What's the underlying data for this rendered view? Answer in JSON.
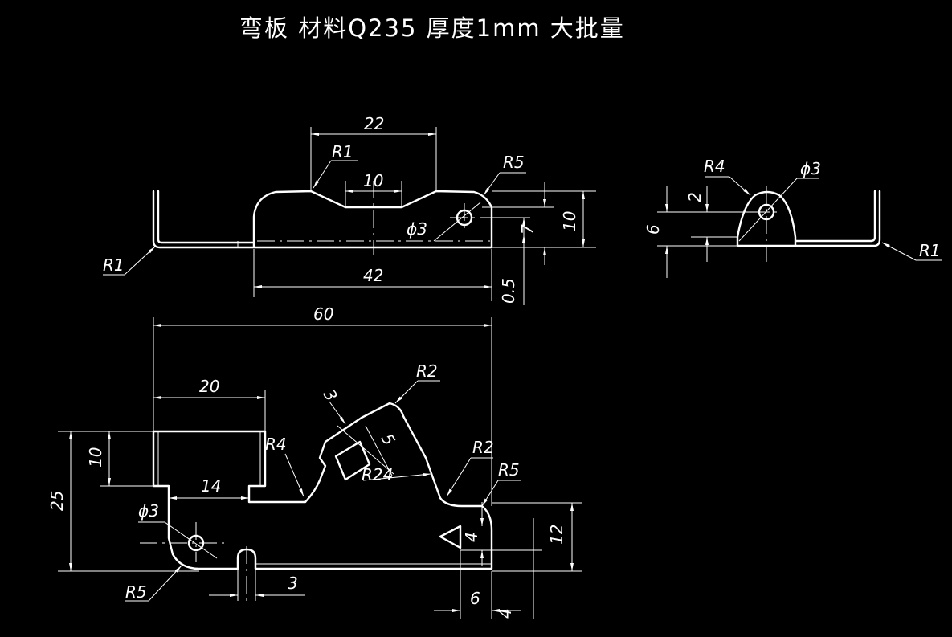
{
  "title": "弯板  材料Q235    厚度1mm  大批量",
  "front_view": {
    "dims": {
      "d22": "22",
      "d10": "10",
      "d42": "42",
      "r1_top": "R1",
      "r5": "R5",
      "phi3": "ϕ3",
      "d7": "7",
      "d10v": "10",
      "d05": "0.5",
      "r1_left": "R1"
    }
  },
  "side_view": {
    "dims": {
      "r4": "R4",
      "phi3": "ϕ3",
      "d2": "2",
      "d6": "6",
      "r1": "R1"
    }
  },
  "flat_view": {
    "dims": {
      "d60": "60",
      "d20": "20",
      "d10": "10",
      "d25": "25",
      "d14": "14",
      "r4": "R4",
      "phi3": "ϕ3",
      "r5": "R5",
      "d3": "3",
      "d3b": "3",
      "d5": "5",
      "r24": "R24",
      "r2_top": "R2",
      "r2_right": "R2",
      "r5_right": "R5",
      "d4": "4",
      "d12": "12",
      "d6": "6",
      "d4b": "4"
    }
  }
}
